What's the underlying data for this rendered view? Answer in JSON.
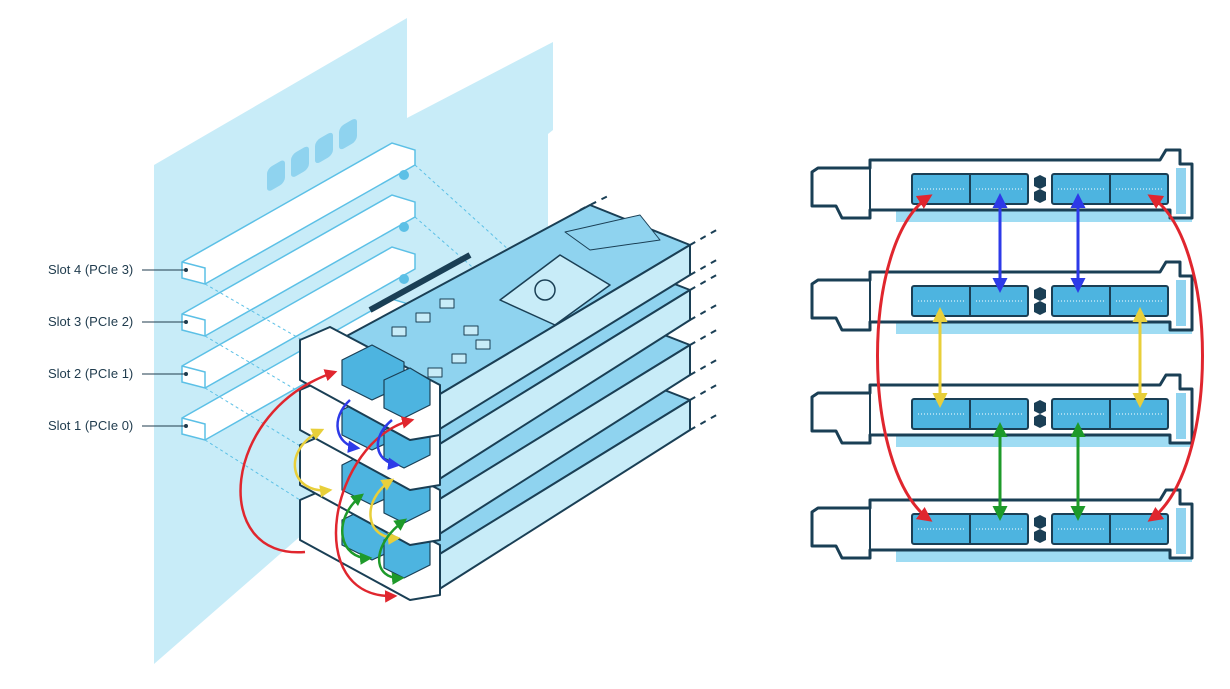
{
  "slots": [
    {
      "label": "Slot 4 (PCIe 3)"
    },
    {
      "label": "Slot 3 (PCIe 2)"
    },
    {
      "label": "Slot 2 (PCIe 1)"
    },
    {
      "label": "Slot 1 (PCIe 0)"
    }
  ],
  "colors": {
    "panel": "#c8ecf8",
    "card": "#8fd3ef",
    "connector": "#4db4e0",
    "outline": "#1a3f55",
    "shadow": "#9fdcf3",
    "red": "#e0262e",
    "blue": "#2d3ae8",
    "yellow": "#e8cf3a",
    "green": "#1e9a2a"
  },
  "links": [
    {
      "color": "red",
      "from": "card-1-left",
      "to": "card-4-left"
    },
    {
      "color": "red",
      "from": "card-1-right",
      "to": "card-4-right"
    },
    {
      "color": "blue",
      "from": "card-1",
      "to": "card-2"
    },
    {
      "color": "yellow",
      "from": "card-2",
      "to": "card-3"
    },
    {
      "color": "green",
      "from": "card-3",
      "to": "card-4"
    }
  ]
}
